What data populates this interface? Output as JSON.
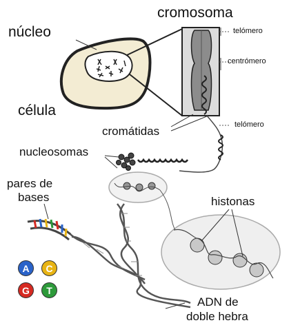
{
  "labels": {
    "nucleo": "núcleo",
    "cromosoma": "cromosoma",
    "celula": "célula",
    "telomero_top": "telómero",
    "centromero": "centrómero",
    "telomero_bottom": "telómero",
    "cromatidas": "cromátidas",
    "nucleosomas": "nucleosomas",
    "pares_line1": "pares de",
    "pares_line2": "bases",
    "histonas": "histonas",
    "adn_line1": "ADN de",
    "adn_line2": "doble hebra"
  },
  "bases": [
    {
      "letter": "A",
      "color": "#2a63c9"
    },
    {
      "letter": "C",
      "color": "#e8b414"
    },
    {
      "letter": "G",
      "color": "#d62a22"
    },
    {
      "letter": "T",
      "color": "#2d9a3a"
    }
  ],
  "rung_colors": [
    "#d62a22",
    "#2a63c9",
    "#e8b414",
    "#2d9a3a"
  ]
}
